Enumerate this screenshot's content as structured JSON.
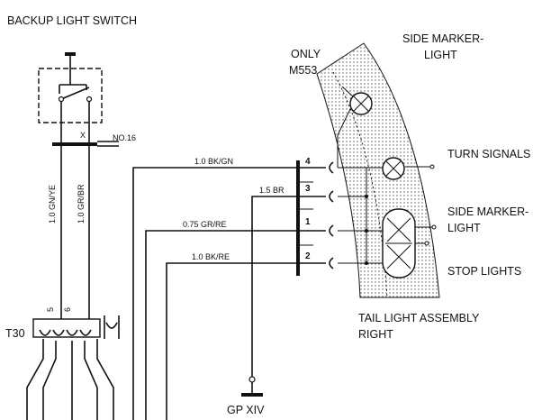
{
  "labels": {
    "backup_switch": "BACKUP LIGHT SWITCH",
    "side_marker_top_1": "SIDE MARKER-",
    "side_marker_top_2": "LIGHT",
    "only_1": "ONLY",
    "only_2": "M553",
    "turn_signals": "TURN SIGNALS",
    "side_marker_bot_1": "SIDE MARKER-",
    "side_marker_bot_2": "LIGHT",
    "stop_lights": "STOP LIGHTS",
    "tail_assembly_1": "TAIL LIGHT ASSEMBLY",
    "tail_assembly_2": "RIGHT",
    "t30": "T30",
    "ground": "GP XIV",
    "no16": "NO.16",
    "switch_x": "X"
  },
  "wires": {
    "bk_gn": "1.0 BK/GN",
    "br": "1.5 BR",
    "gr_re": "0.75 GR/RE",
    "bk_re": "1.0 BK/RE",
    "gn_ye": "1.0 GN/YE",
    "gr_br": "1.0 GR/BR"
  },
  "pins": {
    "p4": "4",
    "p3": "3",
    "p1": "1",
    "p2": "2",
    "t30_a": "5",
    "t30_b": "6"
  },
  "colors": {
    "ink": "#111111",
    "stipple": "#555555",
    "background": "#ffffff"
  }
}
